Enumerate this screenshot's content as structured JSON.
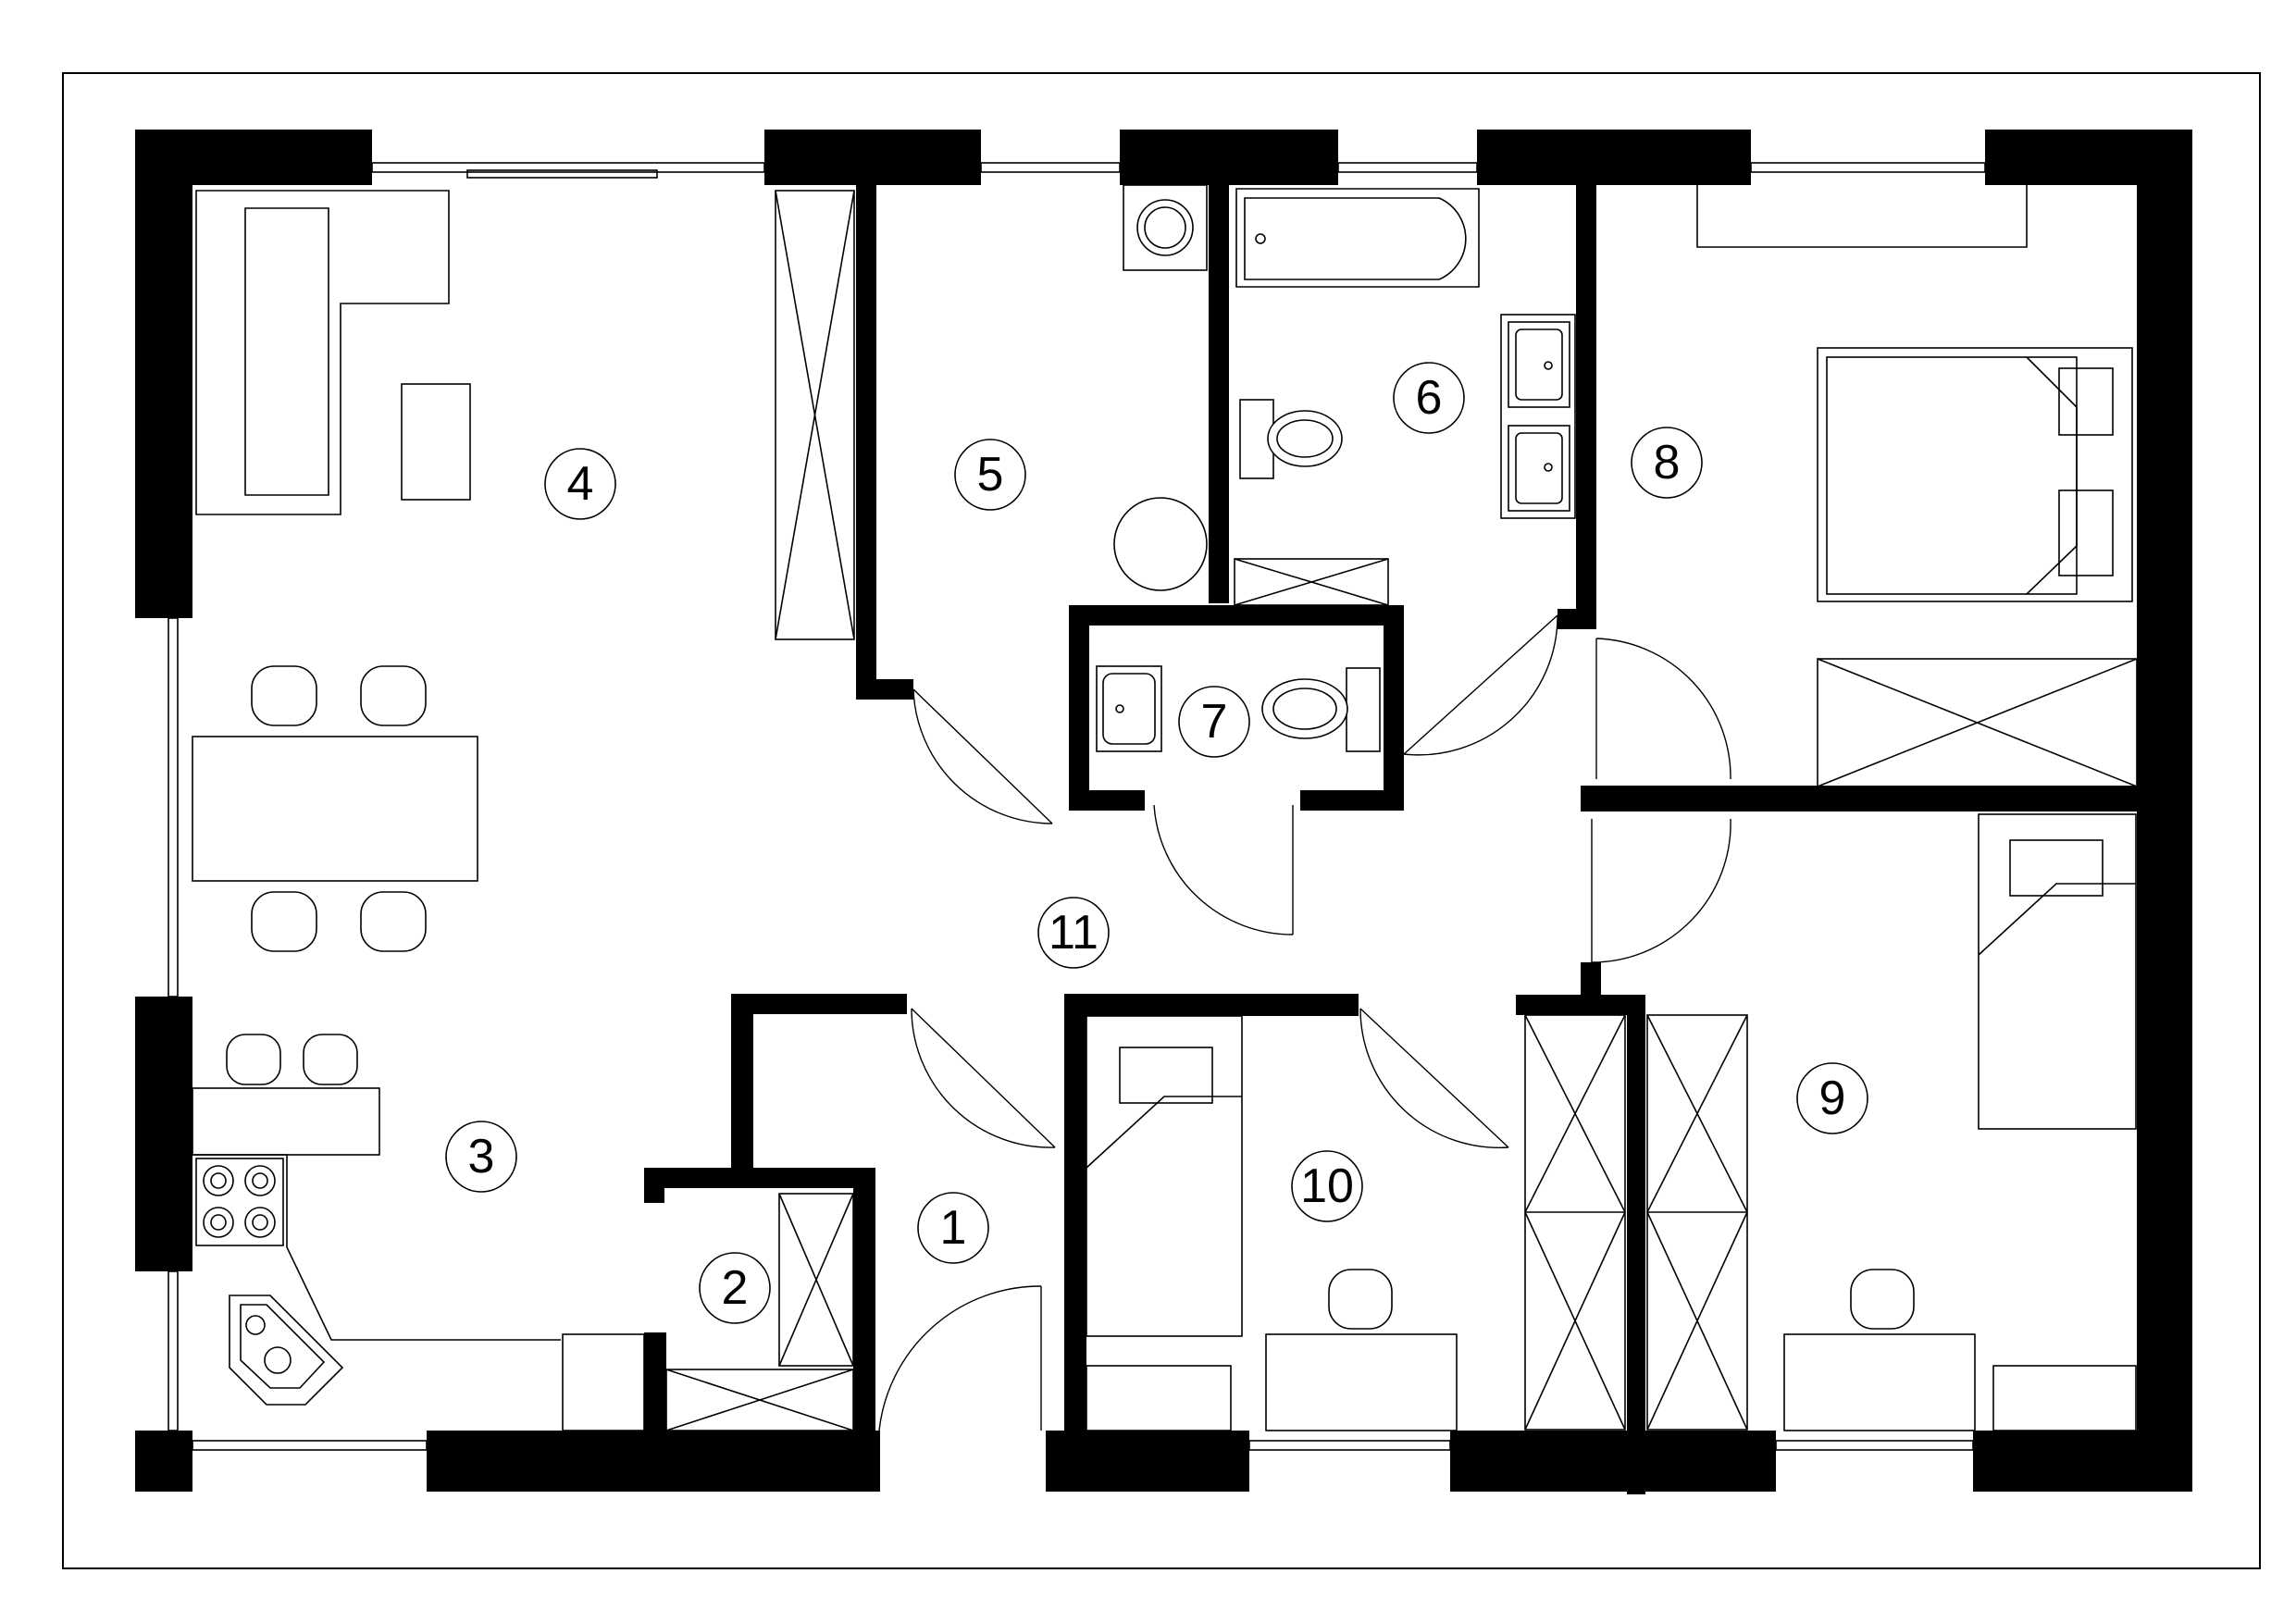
{
  "rooms": [
    {
      "id": "1",
      "label": "1"
    },
    {
      "id": "2",
      "label": "2"
    },
    {
      "id": "3",
      "label": "3"
    },
    {
      "id": "4",
      "label": "4"
    },
    {
      "id": "5",
      "label": "5"
    },
    {
      "id": "6",
      "label": "6"
    },
    {
      "id": "7",
      "label": "7"
    },
    {
      "id": "8",
      "label": "8"
    },
    {
      "id": "9",
      "label": "9"
    },
    {
      "id": "10",
      "label": "10"
    },
    {
      "id": "11",
      "label": "11"
    }
  ],
  "colors": {
    "wall": "#000000",
    "line": "#000000",
    "background": "#ffffff"
  }
}
